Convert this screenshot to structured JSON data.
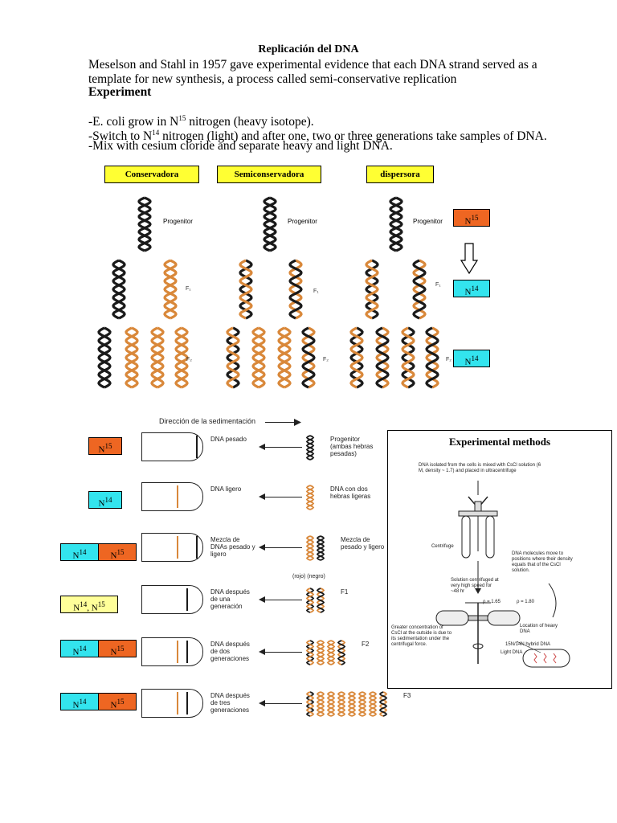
{
  "title": "Replicación del DNA",
  "intro": {
    "line1": "Meselson and Stahl in 1957 gave experimental evidence that each DNA strand served as a",
    "line2": "template for new synthesis, a process called semi-conservative replication"
  },
  "experiment_heading": "Experiment",
  "steps": {
    "s1_pre": "-E. coli grow in N",
    "s1_sup": "15",
    "s1_post": " nitrogen (heavy isotope).",
    "s2_pre": "-Switch to N",
    "s2_sup": "14",
    "s2_post": " nitrogen (light) and after one, two or three generations take samples of   DNA.",
    "s3": "-Mix with cesium cloride and separate heavy and light DNA."
  },
  "models": [
    "Conservadora",
    "Semiconservadora",
    "dispersora"
  ],
  "model_labels": {
    "progenitor": "Progenitor",
    "f1": "F",
    "f1sub": "1",
    "f2": "F",
    "f2sub": "2"
  },
  "isotope": {
    "N": "N",
    "n15": "15",
    "n14": "14",
    "comma": ", "
  },
  "sedimentation": {
    "direction": "Dirección de la sedimentación",
    "rows": [
      {
        "tube_label": "DNA pesado",
        "desc": "Progenitor (ambas hebras pesadas)"
      },
      {
        "tube_label": "DNA ligero",
        "desc": "DNA con dos hebras ligeras"
      },
      {
        "tube_label": "Mezcla de DNAs pesado y ligero",
        "desc": "Mezcla de pesado y ligero"
      },
      {
        "tube_label": "DNA después de una generación",
        "desc": "F1"
      },
      {
        "tube_label": "DNA después de dos generaciones",
        "desc": "F2"
      },
      {
        "tube_label": "DNA después de tres generaciones",
        "desc": "F3"
      }
    ],
    "rojo_negro": "(rojo) (negro)"
  },
  "experimental_methods": {
    "heading": "Experimental methods",
    "note1": "DNA isolated from the cells is mixed with CsCl solution (6 M, density ~ 1.7) and placed in ultracentrifuge",
    "centrifuge": "Centrifuge",
    "note2": "Solution centrifuged at very high speed for ~48 hr",
    "note3": "DNA molecules move to positions where their density equals that of the CsCl solution.",
    "rho1": "ρ = 1.65",
    "rho2": "ρ = 1.80",
    "note4": "Greater concentration of CsCl at the outside is due to its sedimentation under the centrifugal force.",
    "heavy": "Location of heavy DNA",
    "hybrid": "15N/14N hybrid DNA",
    "light": "Light DNA"
  },
  "colors": {
    "heavy_strand": "#1a1a1a",
    "light_strand": "#d9883a",
    "n15_box": "#ee6622",
    "n14_box": "#33e4ee",
    "mixed_box": "#ffff99",
    "model_box": "#ffff33"
  }
}
